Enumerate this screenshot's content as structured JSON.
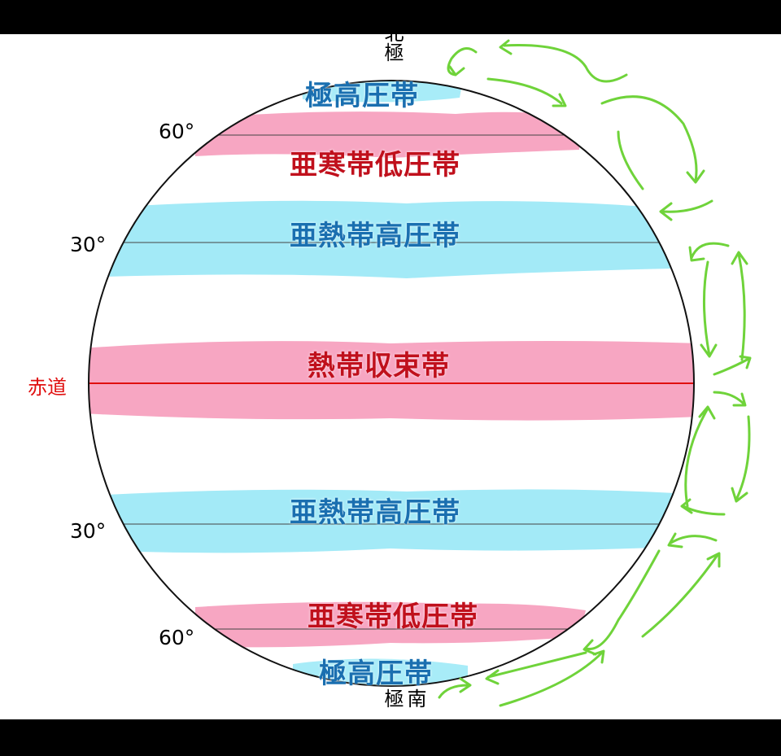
{
  "poles": {
    "north": "北極",
    "south": "南極"
  },
  "belts": {
    "north_polar_high": "極高圧帯",
    "north_subpolar_low": "亜寒帯低圧帯",
    "north_subtropical_high": "亜熱帯高圧帯",
    "itcz": "熱帯収束帯",
    "south_subtropical_high": "亜熱帯高圧帯",
    "south_subpolar_low": "亜寒帯低圧帯",
    "south_polar_high": "極高圧帯"
  },
  "latitudes": {
    "n60": "60°",
    "n30": "30°",
    "equator": "赤道",
    "s30": "30°",
    "s60": "60°"
  },
  "colors": {
    "high_pressure": "#8fe6f5",
    "low_pressure": "#f59ab8",
    "equator_line": "#e01010",
    "arrows": "#6fd33a",
    "high_text": "#1a6fb0",
    "low_text": "#c0101c"
  }
}
